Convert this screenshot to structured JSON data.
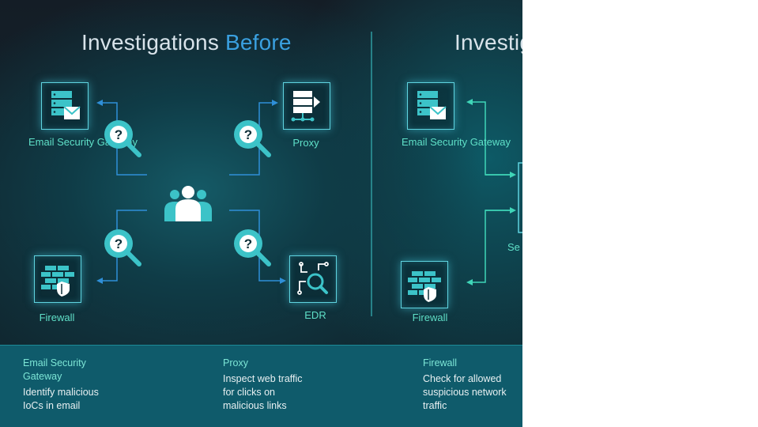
{
  "left_title": {
    "prefix": "Investigations",
    "highlight": "Before"
  },
  "right_title": "Investig",
  "nodes": {
    "email_gateway": "Email Security Gateway",
    "proxy": "Proxy",
    "firewall": "Firewall",
    "edr": "EDR",
    "right_email_gateway": "Email Security Gateway",
    "right_firewall": "Firewall",
    "right_partial": "Se"
  },
  "bottom": [
    {
      "heading": "Email Security Gateway",
      "body": "Identify malicious IoCs in email"
    },
    {
      "heading": "Proxy",
      "body": "Inspect web traffic for clicks on malicious links"
    },
    {
      "heading": "Firewall",
      "body": "Check for allowed suspicious network traffic"
    }
  ],
  "icons": [
    "email-server-icon",
    "proxy-server-icon",
    "firewall-icon",
    "edr-search-icon",
    "question-magnifier-icon",
    "users-group-icon"
  ],
  "colors": {
    "accent_blue": "#3aa0e0",
    "teal_label": "#5fe0c8",
    "icon_teal": "#3cc3c8",
    "arrow_blue": "#2f8fd8",
    "bottom_bar": "#0f5b6b"
  }
}
